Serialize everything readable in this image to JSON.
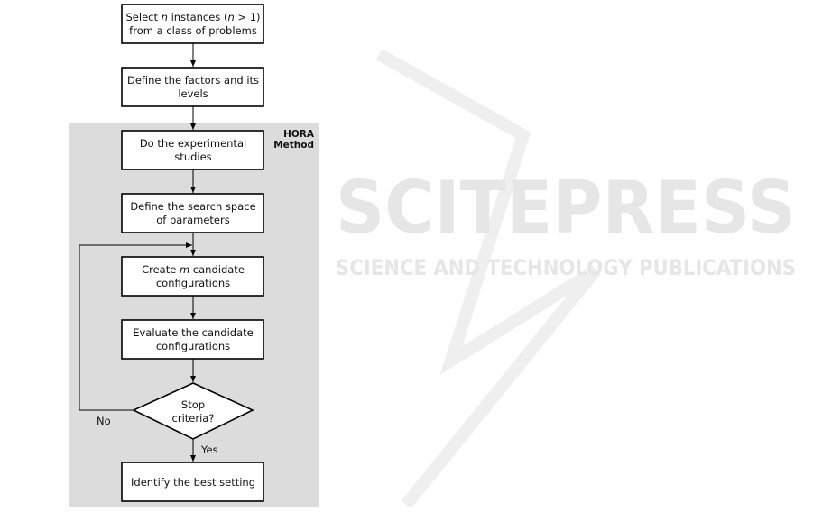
{
  "watermark": {
    "title": "SCITEPRESS",
    "subtitle": "SCIENCE AND TECHNOLOGY PUBLICATIONS"
  },
  "group_label": {
    "line1": "HORA",
    "line2": "Method"
  },
  "steps": {
    "s1": {
      "a": "Select ",
      "b": "n",
      "c": " instances (",
      "d": "n",
      "e": " > 1)",
      "line2": "from a class of problems"
    },
    "s2": {
      "line1": "Define the factors and its",
      "line2": "levels"
    },
    "s3": {
      "line1": "Do the experimental",
      "line2": "studies"
    },
    "s4": {
      "line1": "Define the search space",
      "line2": "of parameters"
    },
    "s5": {
      "a": "Create ",
      "b": "m",
      "c": " candidate",
      "line2": "configurations"
    },
    "s6": {
      "line1": "Evaluate the candidate",
      "line2": "configurations"
    },
    "decision": {
      "line1": "Stop",
      "line2": "criteria?"
    },
    "s7": {
      "line1": "Identify the best setting"
    }
  },
  "edges": {
    "no": "No",
    "yes": "Yes"
  },
  "colors": {
    "group_bg": "#dcdcdc",
    "watermark": "#e6e6e6"
  }
}
